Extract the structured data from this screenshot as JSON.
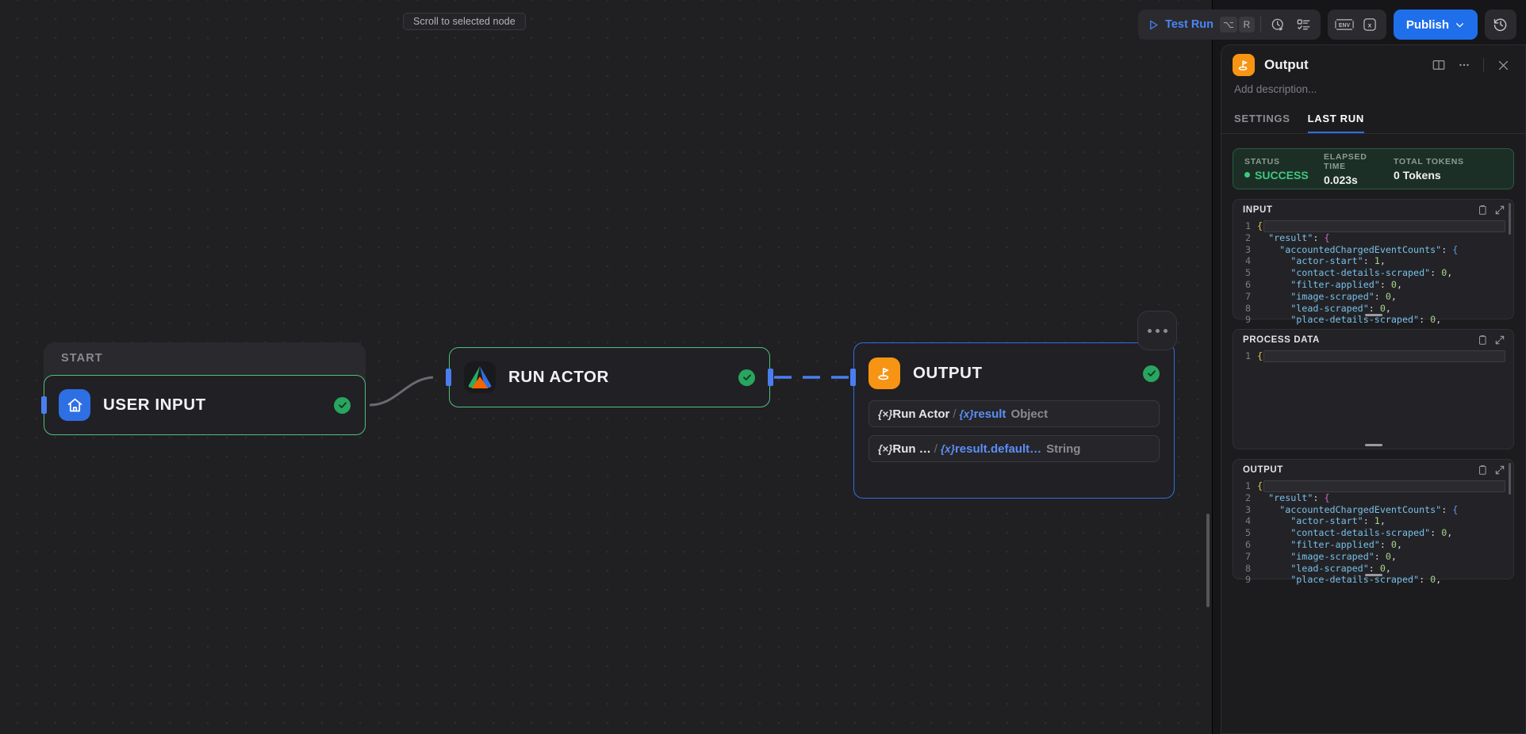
{
  "toolbar": {
    "test_run_label": "Test Run",
    "shortcut_alt": "⌥",
    "shortcut_key": "R",
    "icons": {
      "play": "play-icon",
      "history_clock": "run-history-icon",
      "checklist": "task-list-icon",
      "env": "ENV",
      "x_var": "x-variable-icon",
      "revert": "version-history-icon"
    },
    "publish_label": "Publish"
  },
  "canvas": {
    "scroll_to_node_label": "Scroll to selected node",
    "nodes": {
      "start_group_label": "START",
      "user_input": {
        "title": "USER INPUT",
        "icon": "home-icon",
        "status": "success"
      },
      "run_actor": {
        "title": "RUN ACTOR",
        "icon": "apify-logo-icon",
        "status": "success"
      },
      "output": {
        "title": "OUTPUT",
        "icon": "flag-icon",
        "status": "success",
        "rows": [
          {
            "source": "Run Actor",
            "path": "result",
            "type": "Object"
          },
          {
            "source": "Run …",
            "path": "result.default…",
            "type": "String"
          }
        ]
      }
    }
  },
  "panel": {
    "title": "Output",
    "icon": "flag-icon",
    "description_placeholder": "Add description...",
    "actions": {
      "docs": "book-icon",
      "more": "more-horizontal-icon",
      "close": "close-icon"
    },
    "tabs": [
      {
        "label": "SETTINGS",
        "active": false
      },
      {
        "label": "LAST RUN",
        "active": true
      }
    ],
    "run_stats": {
      "status_label": "STATUS",
      "status_value": "SUCCESS",
      "elapsed_label": "ELAPSED TIME",
      "elapsed_value": "0.023s",
      "tokens_label": "TOTAL TOKENS",
      "tokens_value": "0 Tokens"
    },
    "sections": [
      {
        "title": "INPUT",
        "lines": [
          {
            "n": "1",
            "text": "{"
          },
          {
            "n": "2",
            "text": "  \"result\": {"
          },
          {
            "n": "3",
            "text": "    \"accountedChargedEventCounts\": {"
          },
          {
            "n": "4",
            "text": "      \"actor-start\": 1,"
          },
          {
            "n": "5",
            "text": "      \"contact-details-scraped\": 0,"
          },
          {
            "n": "6",
            "text": "      \"filter-applied\": 0,"
          },
          {
            "n": "7",
            "text": "      \"image-scraped\": 0,"
          },
          {
            "n": "8",
            "text": "      \"lead-scraped\": 0,"
          },
          {
            "n": "9",
            "text": "      \"place-details-scraped\": 0,"
          }
        ]
      },
      {
        "title": "PROCESS DATA",
        "lines": [
          {
            "n": "1",
            "text": "{}"
          }
        ]
      },
      {
        "title": "OUTPUT",
        "lines": [
          {
            "n": "1",
            "text": "{"
          },
          {
            "n": "2",
            "text": "  \"result\": {"
          },
          {
            "n": "3",
            "text": "    \"accountedChargedEventCounts\": {"
          },
          {
            "n": "4",
            "text": "      \"actor-start\": 1,"
          },
          {
            "n": "5",
            "text": "      \"contact-details-scraped\": 0,"
          },
          {
            "n": "6",
            "text": "      \"filter-applied\": 0,"
          },
          {
            "n": "7",
            "text": "      \"image-scraped\": 0,"
          },
          {
            "n": "8",
            "text": "      \"lead-scraped\": 0,"
          },
          {
            "n": "9",
            "text": "      \"place-details-scraped\": 0,"
          }
        ]
      }
    ],
    "code_actions": {
      "copy": "copy-icon",
      "expand": "expand-icon"
    }
  },
  "colors": {
    "accent_blue": "#1f6feb",
    "success_green": "#3ec97f",
    "orange": "#f79413",
    "canvas_bg": "#201f22"
  }
}
